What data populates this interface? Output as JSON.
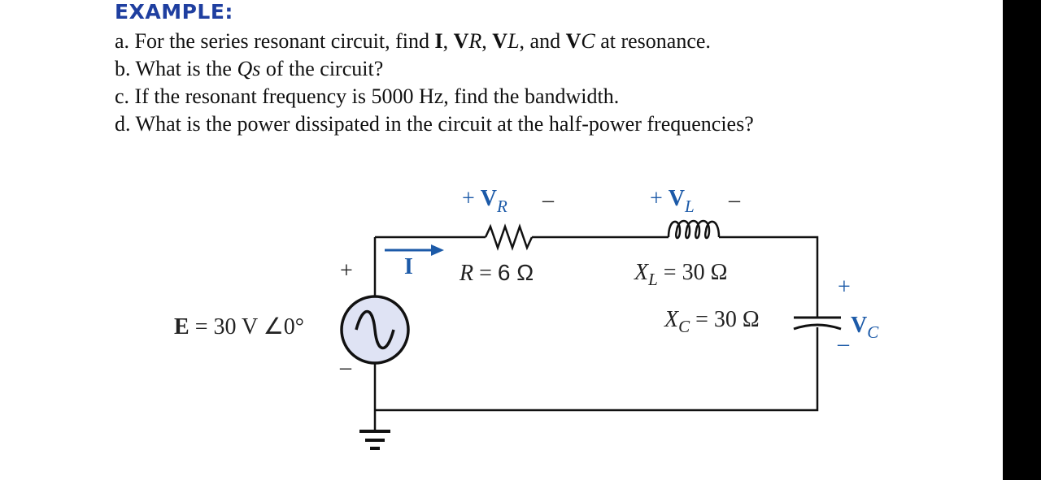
{
  "heading": "EXAMPLE:",
  "questions": {
    "a": {
      "prefix": "a. For the series resonant circuit, find ",
      "I": "I",
      "sep1": ", ",
      "VR_V": "V",
      "VR_R": "R",
      "sep2": ", ",
      "VL_V": "V",
      "VL_L": "L",
      "sep3": ", and ",
      "VC_V": "V",
      "VC_C": "C",
      "suffix": " at resonance."
    },
    "b": {
      "prefix": "b. What is the ",
      "Qs": "Qs",
      "suffix": " of the circuit?"
    },
    "c": "c. If the resonant frequency is 5000 Hz, find the bandwidth.",
    "d": "d. What is the power dissipated in the circuit at the half-power frequencies?"
  },
  "circuit": {
    "source": {
      "sym": "E",
      "value": "= 30 V ∠0°",
      "plus": "+",
      "minus": "–"
    },
    "current": {
      "label": "I"
    },
    "resistor": {
      "v_plus": "+",
      "v_sym": "V",
      "v_sub": "R",
      "v_minus": "–",
      "sym": "R",
      "eq": "=",
      "val": "6 Ω"
    },
    "inductor": {
      "v_plus": "+",
      "v_sym": "V",
      "v_sub": "L",
      "v_minus": "–",
      "sym": "X",
      "sub": "L",
      "eq": "=",
      "val": "30 Ω"
    },
    "capacitor": {
      "sym": "X",
      "sub": "C",
      "eq": "=",
      "val": "30 Ω",
      "v_plus": "+",
      "v_sym": "V",
      "v_sub": "C",
      "v_minus": "–"
    }
  },
  "colors": {
    "heading": "#1f3fa0",
    "accent": "#1c5aa8",
    "source_fill": "#dfe3f4"
  }
}
